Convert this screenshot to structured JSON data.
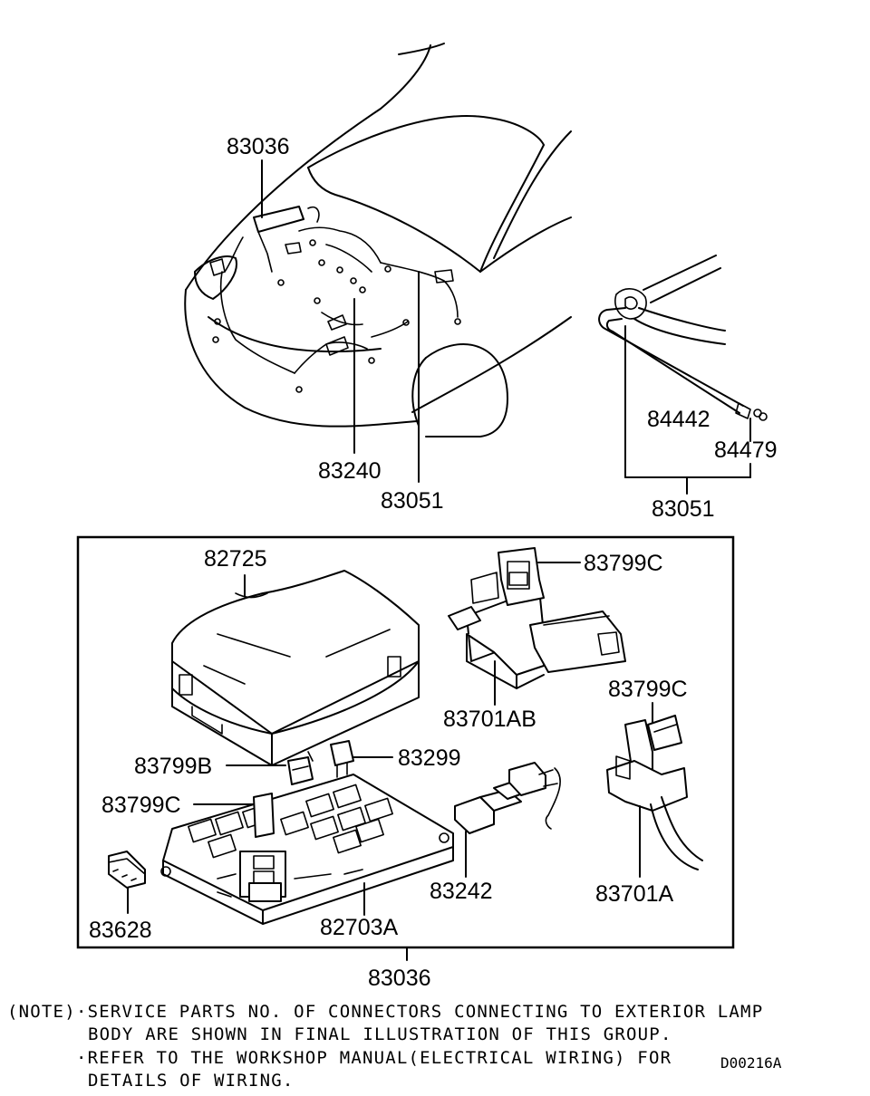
{
  "labels": {
    "p83036_top": "83036",
    "p83240": "83240",
    "p83051_mid": "83051",
    "p84442": "84442",
    "p84479": "84479",
    "p83051_right": "83051",
    "p82725": "82725",
    "p83799c_a": "83799C",
    "p83701ab": "83701AB",
    "p83799c_b": "83799C",
    "p83799b": "83799B",
    "p83299": "83299",
    "p83799c_c": "83799C",
    "p83242": "83242",
    "p83701a": "83701A",
    "p83628": "83628",
    "p82703a": "82703A",
    "p83036_bottom": "83036"
  },
  "notes": {
    "prefix": "(NOTE)",
    "line1": "·SERVICE PARTS NO. OF CONNECTORS CONNECTING TO EXTERIOR LAMP",
    "line2": "BODY ARE SHOWN IN FINAL ILLUSTRATION OF THIS GROUP.",
    "line3": "·REFER TO THE WORKSHOP MANUAL(ELECTRICAL WIRING) FOR",
    "line4": "DETAILS OF WIRING."
  },
  "drawing_code": "D00216A"
}
